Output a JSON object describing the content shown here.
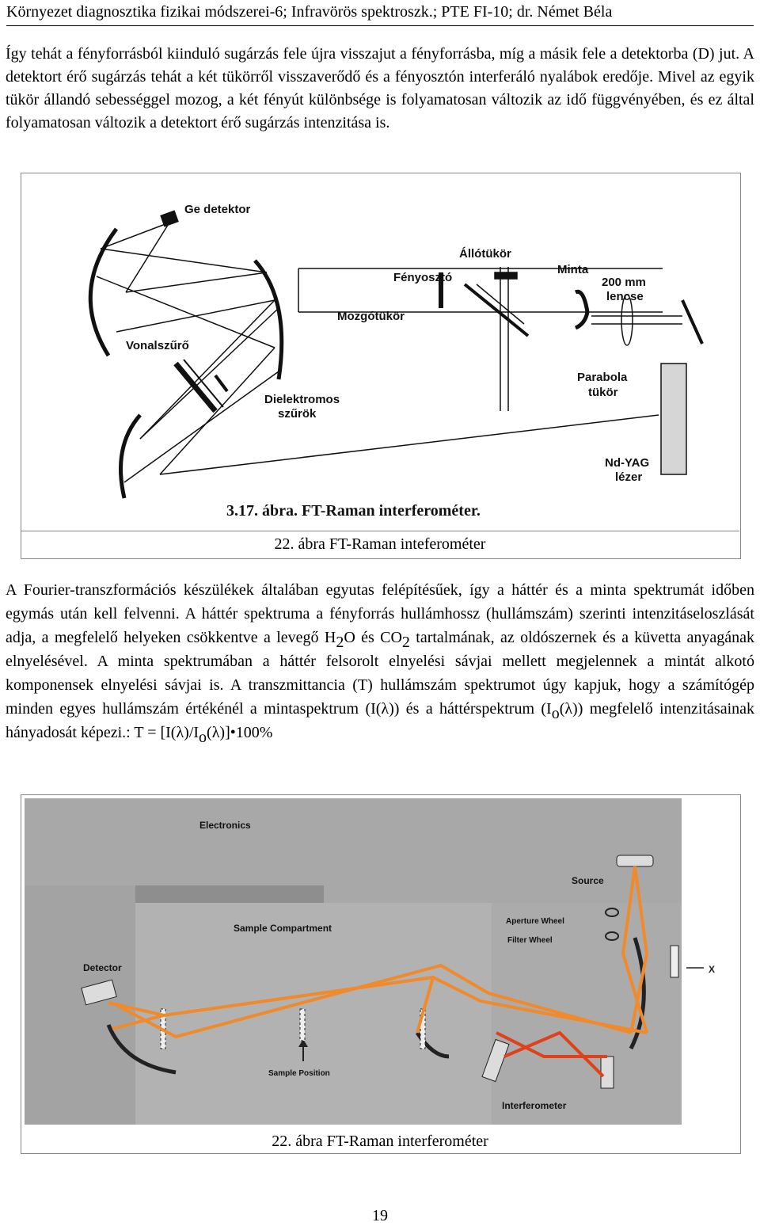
{
  "header": "Környezet diagnosztika fizikai módszerei-6; Infravörös spektroszk.; PTE FI-10; dr. Német Béla",
  "paragraph1": "Így tehát a fényforrásból kiinduló sugárzás fele újra visszajut a fényforrásba, míg a másik fele a detektorba (D) jut. A detektort érő sugárzás tehát a két tükörről visszaverődő és a fényosztón interferáló nyalábok eredője. Mivel az egyik tükör állandó sebességgel mozog, a két fényút különbsége is folyamatosan változik az idő függvényében, és ez által folyamatosan változik a detektort érő sugárzás intenzitása is.",
  "figure1": {
    "labels": {
      "ge_detektor": "Ge detektor",
      "allotukor": "Állótükör",
      "fenyoszto": "Fényosztó",
      "minta": "Minta",
      "lencse1": "200 mm",
      "lencse2": "lencse",
      "mozgotukor": "Mozgótükör",
      "vonalszuro": "Vonalszűrő",
      "parabola1": "Parabola",
      "parabola2": "tükör",
      "dielektromos1": "Dielektromos",
      "dielektromos2": "szűrök",
      "ndyag1": "Nd-YAG",
      "ndyag2": "lézer",
      "inner_caption": "3.17. ábra. FT-Raman interferométer."
    },
    "caption": "22. ábra FT-Raman inteferométer"
  },
  "paragraph2": {
    "t1": "A Fourier-transzformációs készülékek általában egyutas felépítésűek, így a háttér és a minta spektrumát időben egymás után kell felvenni. A háttér spektruma a fényforrás hullámhossz (hullámszám) szerinti intenzitáseloszlását adja, a megfelelő helyeken csökkentve a levegő H",
    "sub1": "2",
    "t2": "O és CO",
    "sub2": "2",
    "t3": " tartalmának, az oldószernek és a küvetta anyagának elnyelésével. A minta spektrumában a háttér felsorolt elnyelési sávjai mellett megjelennek a mintát alkotó komponensek elnyelési sávjai is. A transzmittancia (T) hullámszám spektrumot úgy kapjuk, hogy a számítógép minden egyes hullámszám értékénél a mintaspektrum (I(λ)) és a háttérspektrum (I",
    "sub3": "o",
    "t4": "(λ)) megfelelő intenzitásainak hányadosát képezi.: T = [I(λ)/I",
    "sub4": "o",
    "t5": "(λ)]•100%"
  },
  "figure2": {
    "labels": {
      "electronics": "Electronics",
      "source": "Source",
      "sample_compartment": "Sample Compartment",
      "aperture_wheel": "Aperture Wheel",
      "filter_wheel": "Filter Wheel",
      "detector": "Detector",
      "x": "X",
      "sample_position": "Sample Position",
      "interferometer": "Interferometer"
    },
    "caption": "22. ábra FT-Raman interferométer"
  },
  "page_number": "19",
  "colors": {
    "beam_orange": "#f08a2a",
    "beam_red": "#e0401a",
    "panel_gray": "#ababab",
    "dark_gray": "#8e8e8e"
  }
}
